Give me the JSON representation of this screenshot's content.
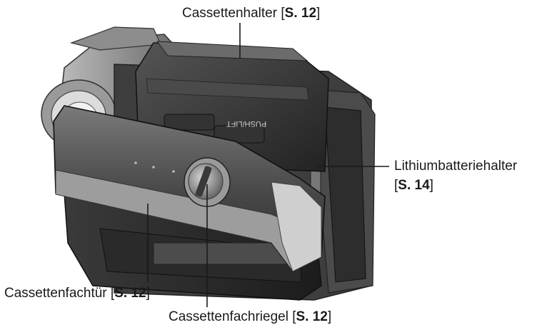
{
  "callouts": {
    "cassette_holder": {
      "text": "Cassettenhalter [",
      "ref": "S. 12",
      "close": "]"
    },
    "lithium_battery_holder": {
      "text": "Lithiumbatteriehalter",
      "text2": "[",
      "ref": "S. 14",
      "close": "]"
    },
    "cassette_door": {
      "text": "Cassettenfachtür [",
      "ref": "S. 12",
      "close": "]"
    },
    "cassette_latch": {
      "text": "Cassettenfachriegel [",
      "ref": "S. 12",
      "close": "]"
    }
  },
  "device": {
    "push_label": "PUSH/LIFT"
  },
  "colors": {
    "body_dark": "#2b2b2b",
    "body_mid": "#5a5a5a",
    "body_light": "#9a9a9a",
    "highlight": "#d8d8d8",
    "leader_line": "#1a1a1a"
  }
}
